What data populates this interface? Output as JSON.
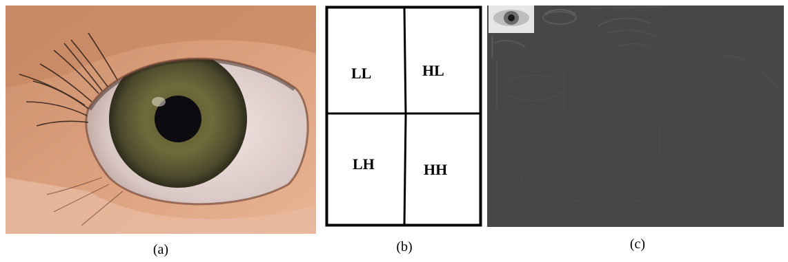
{
  "panels": {
    "a": {
      "caption": "(a)"
    },
    "b": {
      "caption": "(b)",
      "cells": {
        "ll": "LL",
        "hl": "HL",
        "lh": "LH",
        "hh": "HH"
      }
    },
    "c": {
      "caption": "(c)"
    }
  }
}
